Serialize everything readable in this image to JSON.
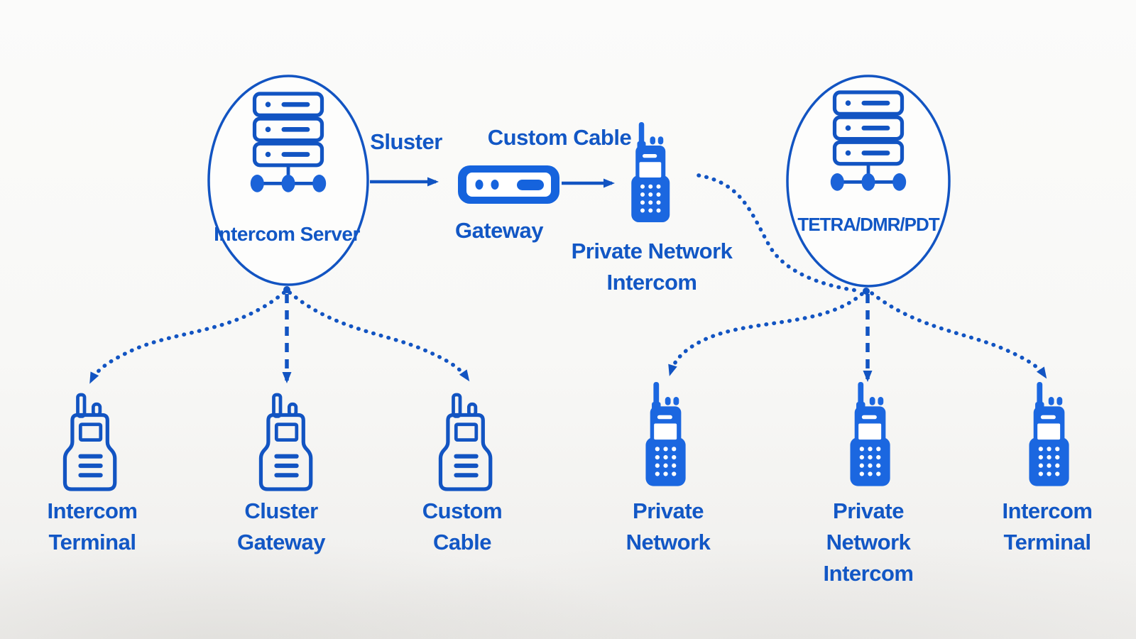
{
  "diagram": {
    "left_hub": {
      "label": "Intercom Server",
      "icon": "server-stack-icon",
      "terminals": [
        {
          "label": "Intercom Terminal"
        },
        {
          "label": "Cluster Gateway"
        },
        {
          "label": "Custom Cable"
        }
      ]
    },
    "chain": {
      "link1_label": "Sluster",
      "gateway_label": "Gateway",
      "link2_label": "Custom Cable",
      "radio_label": "Private Network Intercom"
    },
    "right_hub": {
      "label": "TETRA/DMR/PDT",
      "icon": "server-stack-icon",
      "terminals": [
        {
          "label": "Private Network"
        },
        {
          "label": "Private Network Intercom"
        },
        {
          "label": "Intercom Terminal"
        }
      ]
    },
    "colors": {
      "stroke_blue": "#1254c2",
      "fill_blue": "#1b67e0",
      "text_blue": "#1257c5",
      "background": "#f8f8f6"
    }
  }
}
